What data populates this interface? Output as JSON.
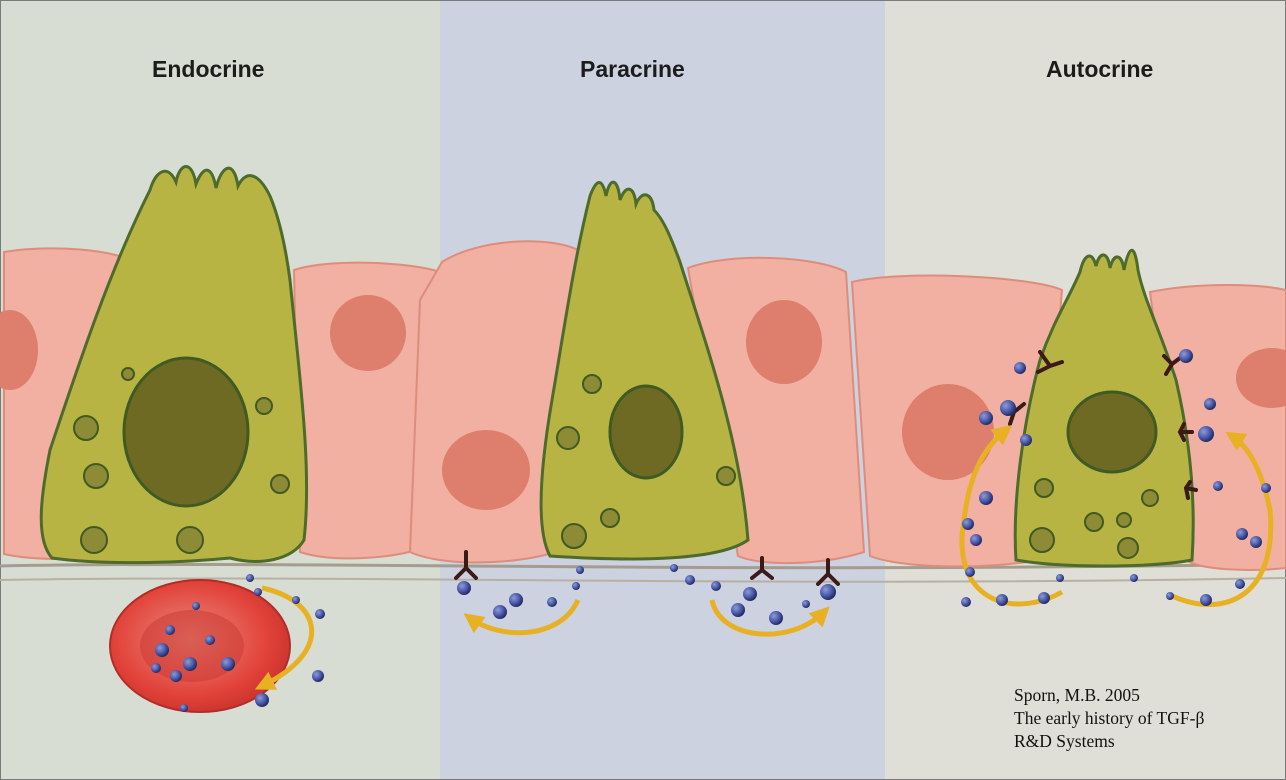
{
  "panels": [
    {
      "title": "Endocrine"
    },
    {
      "title": "Paracrine"
    },
    {
      "title": "Autocrine"
    }
  ],
  "citation": {
    "line1": "Sporn, M.B. 2005",
    "line2": "The early history of TGF-β",
    "line3": "R&D Systems"
  },
  "colors": {
    "endocrine_panel": "#d8ddd3",
    "paracrine_panel": "#cdd2e1",
    "autocrine_panel": "#dfdfd7",
    "secretory_cell": "#b7b444",
    "secretory_nucleus": "#6f6a23",
    "epithelial_cell": "#f1b0a2",
    "epithelial_nucleus": "#dd7f6c",
    "blood_cell": "#e2433a",
    "ligand": "#4a5aa8",
    "receptor": "#3b1a1a",
    "arrow": "#e8b023"
  },
  "icons": [
    "ligand-dot",
    "receptor-y-shape",
    "signal-arrow"
  ]
}
